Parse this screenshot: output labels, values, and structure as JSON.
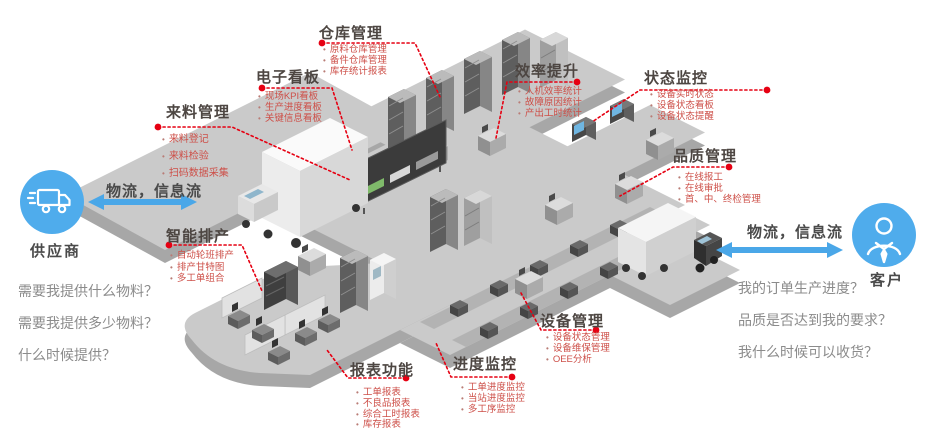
{
  "colors": {
    "accent_red": "#e60012",
    "item_red": "#cd4f48",
    "title_gray": "#4d4642",
    "flow_blue": "#4aa7e8",
    "question_gray": "#8b8b8b",
    "platform_gray": "#cacaca"
  },
  "left_panel": {
    "entity_label": "供应商",
    "icon": "truck-icon",
    "flow_label": "物流，信息流",
    "questions": [
      "需要我提供什么物料？",
      "需要我提供多少物料？",
      "什么时候提供？"
    ]
  },
  "right_panel": {
    "entity_label": "客户",
    "icon": "customer-icon",
    "flow_label": "物流，信息流",
    "questions": [
      "我的订单生产进度？",
      "品质是否达到我的要求？",
      "我什么时候可以收货？"
    ]
  },
  "callouts": [
    {
      "id": "laili",
      "title": "来料管理",
      "items": [
        "来料登记",
        "来料检验",
        "扫码数据采集"
      ]
    },
    {
      "id": "dianzi",
      "title": "电子看板",
      "items": [
        "现场KPI看板",
        "生产进度看板",
        "关键信息看板"
      ]
    },
    {
      "id": "cangku",
      "title": "仓库管理",
      "items": [
        "原料仓库管理",
        "备件仓库管理",
        "库存统计报表"
      ]
    },
    {
      "id": "xiaolv",
      "title": "效率提升",
      "items": [
        "人机效率统计",
        "故障原因统计",
        "产出工时统计"
      ]
    },
    {
      "id": "zhuangtai",
      "title": "状态监控",
      "items": [
        "设备实时状态",
        "设备状态看板",
        "设备状态提醒"
      ]
    },
    {
      "id": "pinzhi",
      "title": "品质管理",
      "items": [
        "在线报工",
        "在线审批",
        "首、中、终检管理"
      ]
    },
    {
      "id": "zhineng",
      "title": "智能排产",
      "items": [
        "自动轮班排产",
        "排产甘特图",
        "多工单组合"
      ]
    },
    {
      "id": "baobiao",
      "title": "报表功能",
      "items": [
        "工单报表",
        "不良品报表",
        "综合工时报表",
        "库存报表"
      ]
    },
    {
      "id": "jindu",
      "title": "进度监控",
      "items": [
        "工单进度监控",
        "当站进度监控",
        "多工序监控"
      ]
    },
    {
      "id": "shebei",
      "title": "设备管理",
      "items": [
        "设备状态管理",
        "设备维保管理",
        "OEE分析"
      ]
    }
  ]
}
